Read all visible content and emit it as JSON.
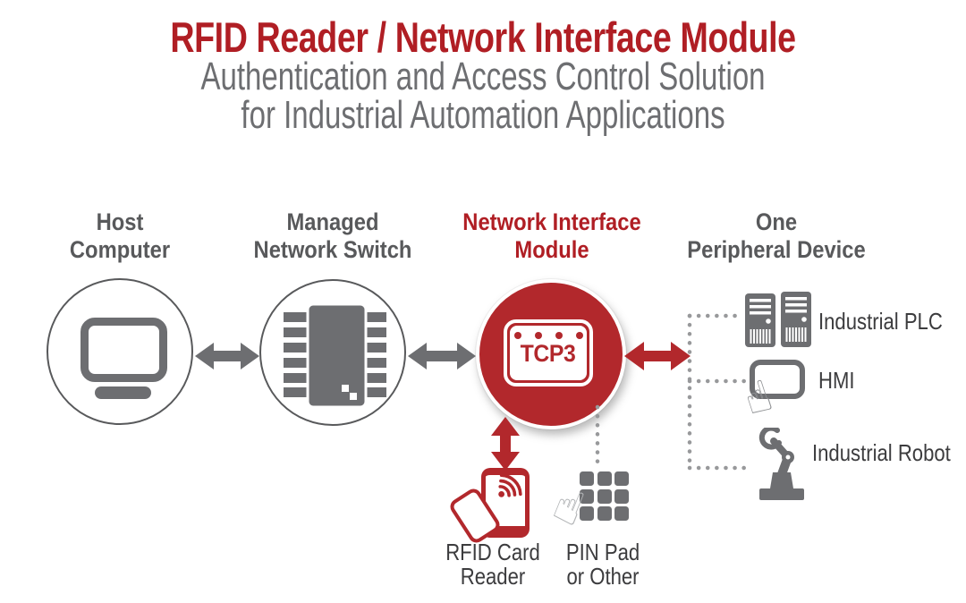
{
  "title": "RFID Reader / Network Interface Module",
  "subtitle": {
    "line1": "Authentication and Access Control Solution",
    "line2": "for Industrial Automation Applications"
  },
  "nodes": {
    "host": {
      "line1": "Host",
      "line2": "Computer"
    },
    "switch": {
      "line1": "Managed",
      "line2": "Network Switch"
    },
    "nim": {
      "line1": "Network Interface",
      "line2": "Module",
      "device_label": "TCP3"
    },
    "peripheral": {
      "line1": "One",
      "line2": "Peripheral Device"
    }
  },
  "peripheral_items": [
    {
      "label": "Industrial PLC"
    },
    {
      "label": "HMI"
    },
    {
      "label": "Industrial Robot"
    }
  ],
  "inputs": {
    "rfid": {
      "line1": "RFID Card",
      "line2": "Reader"
    },
    "pinpad": {
      "line1": "PIN Pad",
      "line2": "or Other"
    }
  },
  "icons": {
    "pointing_hand": "☝"
  },
  "colors": {
    "brand_red": "#B01E24",
    "circle_red": "#B2282C",
    "label_gray": "#58595B",
    "icon_gray": "#6D6E71",
    "subtitle_gray": "#6D6E71",
    "dark_label": "#3C3C3E",
    "dotted_gray": "#98999B",
    "light_hand": "#B3B5B7"
  }
}
